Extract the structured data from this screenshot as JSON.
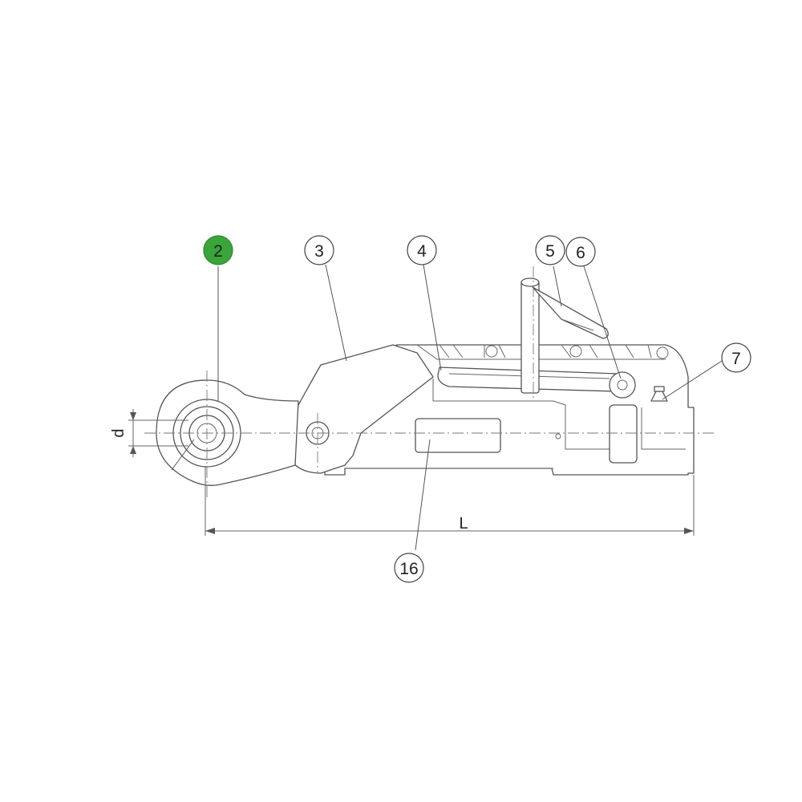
{
  "callouts": [
    {
      "id": "2",
      "label": "2",
      "highlighted": true
    },
    {
      "id": "3",
      "label": "3",
      "highlighted": false
    },
    {
      "id": "4",
      "label": "4",
      "highlighted": false
    },
    {
      "id": "5",
      "label": "5",
      "highlighted": false
    },
    {
      "id": "6",
      "label": "6",
      "highlighted": false
    },
    {
      "id": "7",
      "label": "7",
      "highlighted": false
    },
    {
      "id": "16",
      "label": "16",
      "highlighted": false
    }
  ],
  "dimensions": {
    "diameter_label": "d",
    "length_label": "L"
  },
  "colors": {
    "highlight": "#3aa53a",
    "line": "#555555",
    "background": "#ffffff"
  }
}
